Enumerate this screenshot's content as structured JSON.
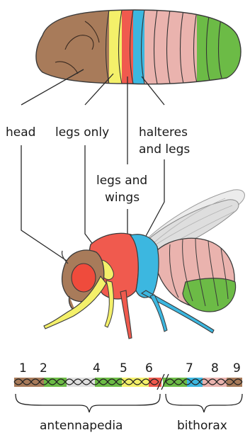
{
  "labels": {
    "head": "head",
    "legs_only": "legs only",
    "halteres_line1": "halteres",
    "halteres_line2": "and legs",
    "legs_wings_line1": "legs and",
    "legs_wings_line2": "wings"
  },
  "gene_numbers": [
    "1",
    "2",
    "4",
    "5",
    "6",
    "7",
    "8",
    "9"
  ],
  "complexes": {
    "left": "antennapedia",
    "right": "bithorax"
  },
  "colors": {
    "head": "#a87b5a",
    "yellow": "#f4f06a",
    "red": "#f05a4e",
    "blue": "#3cb7e0",
    "pink": "#eab3ae",
    "green": "#6cbb46",
    "eye": "#ef4b3c",
    "wing": "#e4e4e4"
  }
}
